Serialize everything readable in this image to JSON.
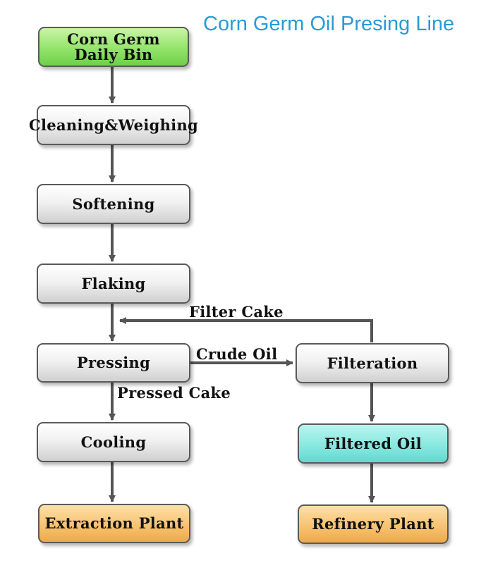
{
  "title": "Corn Germ Oil Presing Line",
  "nodes": {
    "daily_bin": "Corn Germ\nDaily Bin",
    "cleaning": "Cleaning&Weighing",
    "softening": "Softening",
    "flaking": "Flaking",
    "pressing": "Pressing",
    "cooling": "Cooling",
    "extraction": "Extraction Plant",
    "filteration": "Filteration",
    "filtered_oil": "Filtered Oil",
    "refinery": "Refinery Plant"
  },
  "edge_labels": {
    "filter_cake": "Filter Cake",
    "crude_oil": "Crude Oil",
    "pressed_cake": "Pressed Cake"
  },
  "colors": {
    "arrow": "#555555",
    "title": "#2a9ad6",
    "bin": "#93e46a",
    "filtered_oil": "#88e9e1",
    "plant": "#f8c372"
  }
}
